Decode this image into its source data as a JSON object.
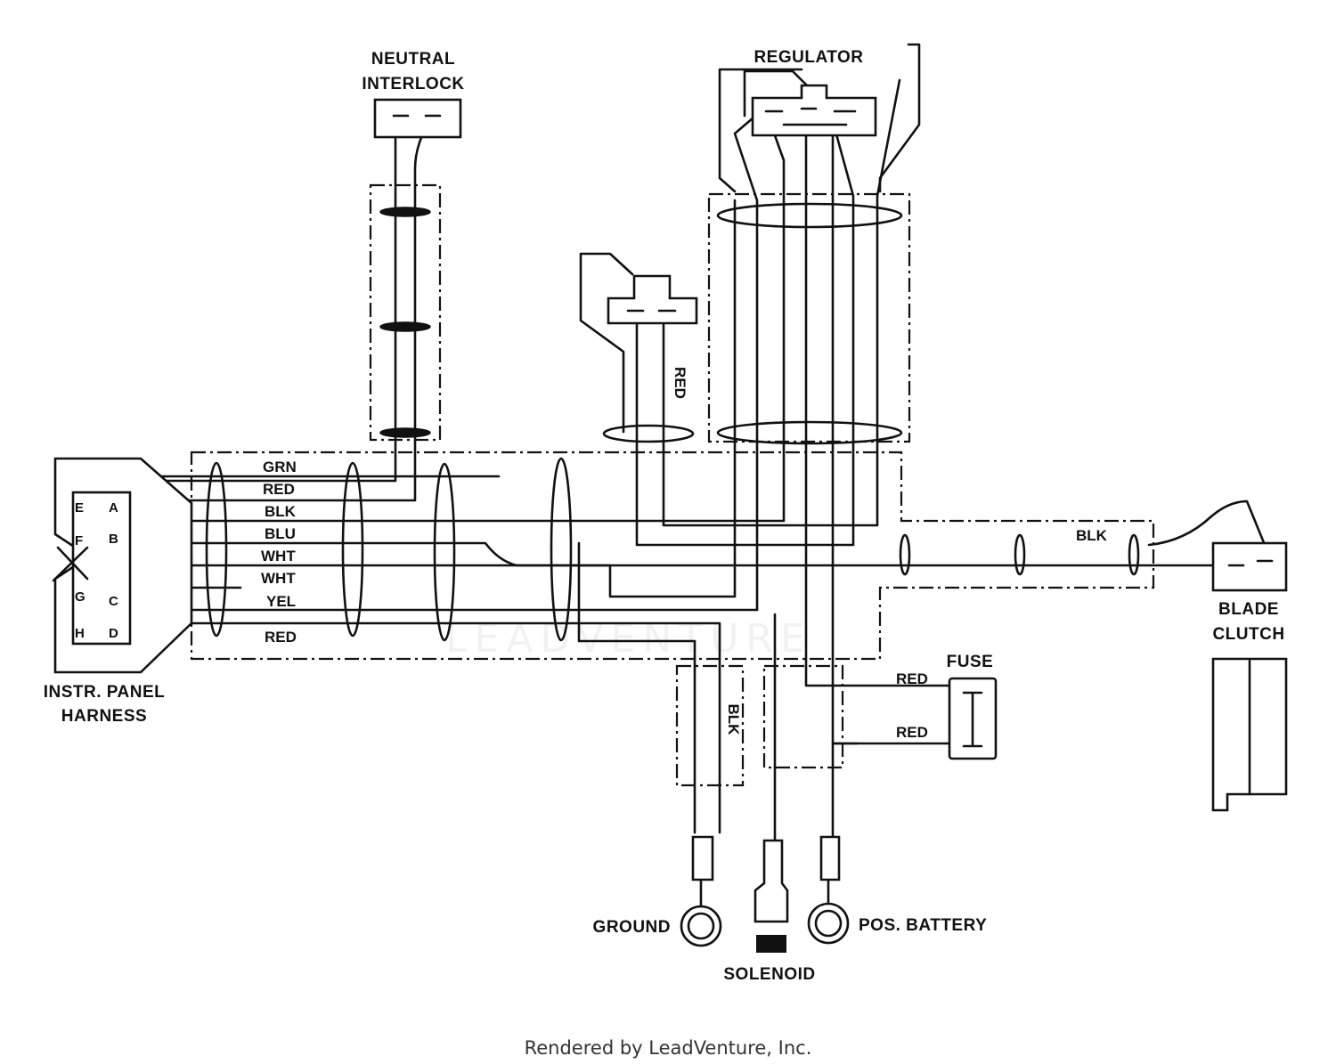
{
  "components": {
    "neutral_interlock": [
      "NEUTRAL",
      "INTERLOCK"
    ],
    "regulator": "REGULATOR",
    "blade_clutch": [
      "BLADE",
      "CLUTCH"
    ],
    "instr_panel_harness": [
      "INSTR. PANEL",
      "HARNESS"
    ],
    "fuse": "FUSE",
    "ground": "GROUND",
    "solenoid": "SOLENOID",
    "pos_battery": "POS. BATTERY"
  },
  "wire_labels": {
    "harness": [
      "GRN",
      "RED",
      "BLK",
      "BLU",
      "WHT",
      "WHT",
      "YEL",
      "RED"
    ],
    "clutch_wire": "BLK",
    "switch_wires": "RED",
    "ground_wire": "BLK",
    "fuse_in": "RED",
    "fuse_out": "RED"
  },
  "connector_pins": [
    "E",
    "A",
    "F",
    "B",
    "G",
    "C",
    "H",
    "D"
  ],
  "watermark": "LEADVENTURE",
  "footer": "Rendered by LeadVenture, Inc."
}
